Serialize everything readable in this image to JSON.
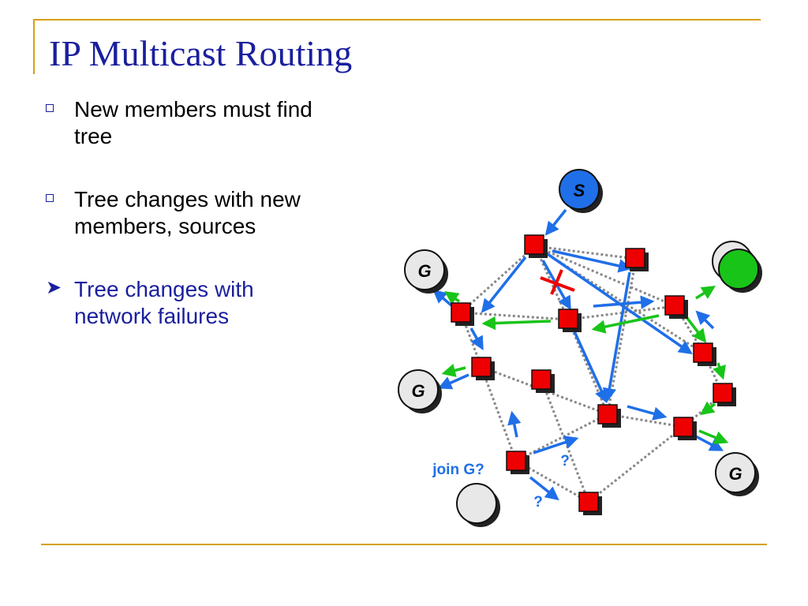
{
  "slide": {
    "title": "IP Multicast Routing",
    "bullets": [
      {
        "line1": "New members must find",
        "line2": "tree",
        "marker": "hollow-square",
        "highlight": false
      },
      {
        "line1": "Tree changes with new",
        "line2": "members, sources",
        "marker": "hollow-square",
        "highlight": false
      },
      {
        "line1": "Tree changes with",
        "line2": "network failures",
        "marker": "arrow",
        "highlight": true
      }
    ]
  },
  "diagram": {
    "source_label": "S",
    "group_label": "G",
    "join_label": "join G?",
    "question_label": "?",
    "colors": {
      "title": "#1a1f9e",
      "router": "#ee0000",
      "source": "#1f6fe8",
      "group": "#e8e8e8",
      "new_member": "#19c419",
      "blue_arrow": "#1f6fe8",
      "green_arrow": "#19c419",
      "link": "#888888",
      "failure": "#ee0000",
      "rule": "#d4a017"
    }
  }
}
